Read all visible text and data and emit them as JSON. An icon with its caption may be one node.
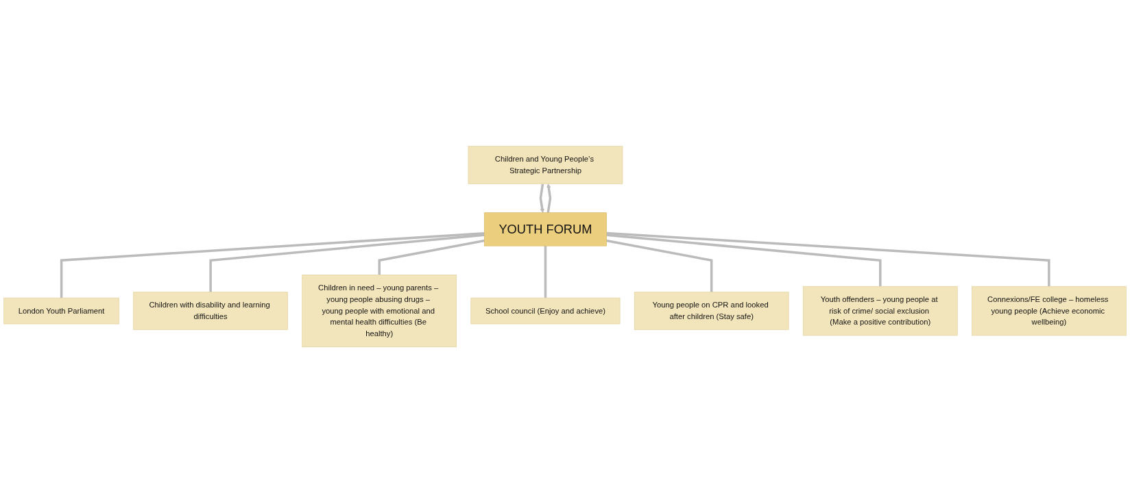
{
  "diagram": {
    "nodes": [
      {
        "text": [
          "Children and Young People’s Strategic Partnership"
        ]
      },
      {
        "text": [
          "YOUTH FORUM"
        ]
      },
      {
        "text": [
          "London Youth Parliament"
        ]
      },
      {
        "text": [
          "Children with disability and learning difficulties"
        ]
      },
      {
        "text": [
          "School council (Enjoy and achieve)"
        ]
      },
      {
        "text": [
          "Young people on CPR and looked after children (Stay safe)"
        ]
      },
      {
        "text": [
          "Connexions/FE college – homeless young people (Achieve economic wellbeing)"
        ]
      },
      {
        "text": [
          "Children in need – young parents – young people abusing drugs – young people with emotional and mental health difficulties (Be healthy)"
        ]
      },
      {
        "text": [
          "Youth offenders – young people at risk of crime/ social exclusion (Make a positive contribution)"
        ]
      }
    ],
    "edges": [
      {
        "from": 1,
        "to": 0,
        "arrow": "to"
      },
      {
        "from": 0,
        "to": 1,
        "arrow": "to"
      },
      {
        "from": 1,
        "to": 2,
        "arrow": "none"
      },
      {
        "from": 1,
        "to": 3,
        "arrow": "none"
      },
      {
        "from": 1,
        "to": 7,
        "arrow": "none"
      },
      {
        "from": 1,
        "to": 4,
        "arrow": "none"
      },
      {
        "from": 1,
        "to": 5,
        "arrow": "none"
      },
      {
        "from": 1,
        "to": 8,
        "arrow": "none"
      },
      {
        "from": 1,
        "to": 6,
        "arrow": "none"
      }
    ]
  }
}
